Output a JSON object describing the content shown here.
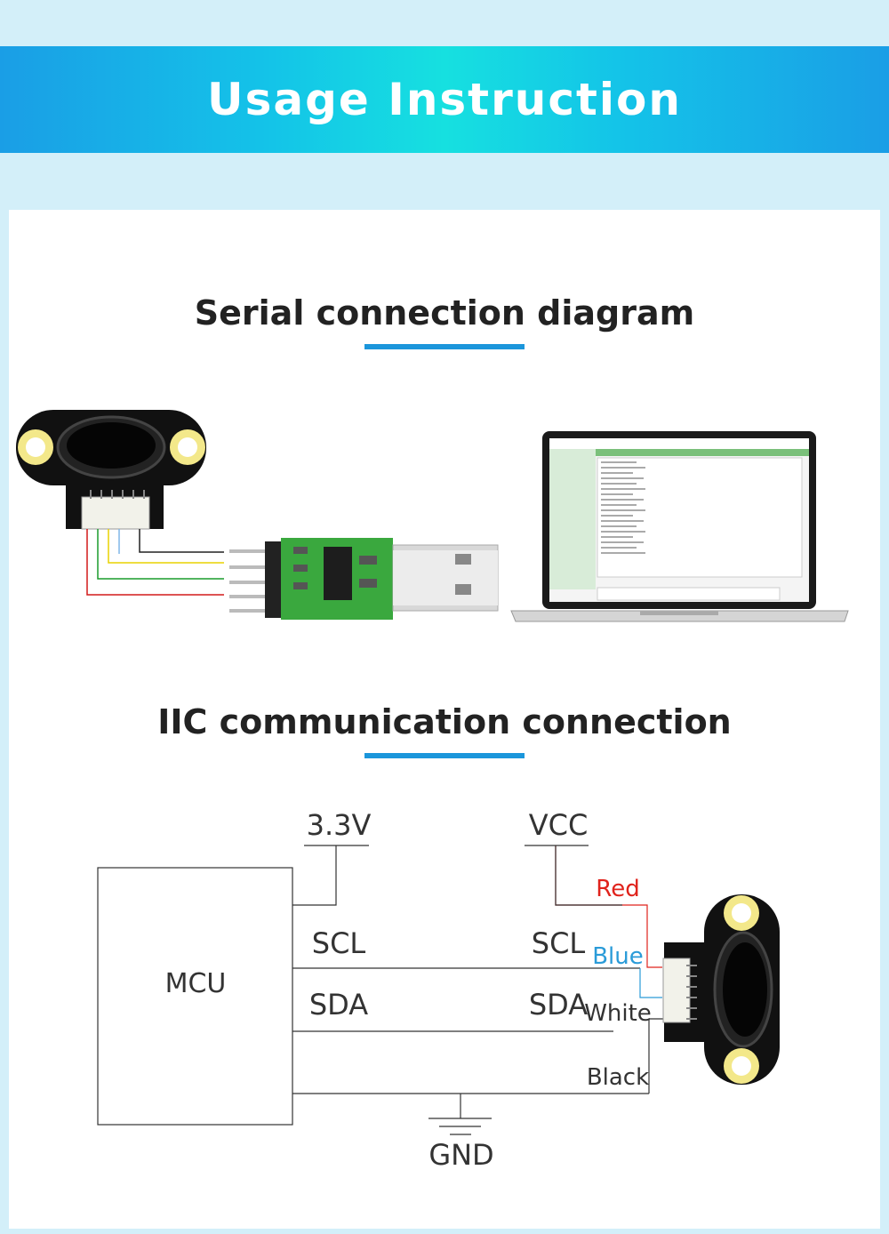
{
  "banner": {
    "title": "Usage Instruction"
  },
  "serial": {
    "title": "Serial connection diagram"
  },
  "iic": {
    "title": "IIC communication connection",
    "mcu_label": "MCU",
    "v33_label": "3.3V",
    "vcc_label": "VCC",
    "gnd_label": "GND",
    "scl_left": "SCL",
    "sda_left": "SDA",
    "scl_right": "SCL",
    "sda_right": "SDA",
    "wires": {
      "red": "Red",
      "blue": "Blue",
      "white": "White",
      "black": "Black"
    },
    "colors": {
      "red": "#e0231c",
      "blue": "#2a9bd8",
      "line": "#333333"
    }
  },
  "colors": {
    "accent": "#1b96db",
    "background": "#d3eff9",
    "banner_start": "#1a9ee6",
    "banner_mid": "#16e0e0"
  }
}
